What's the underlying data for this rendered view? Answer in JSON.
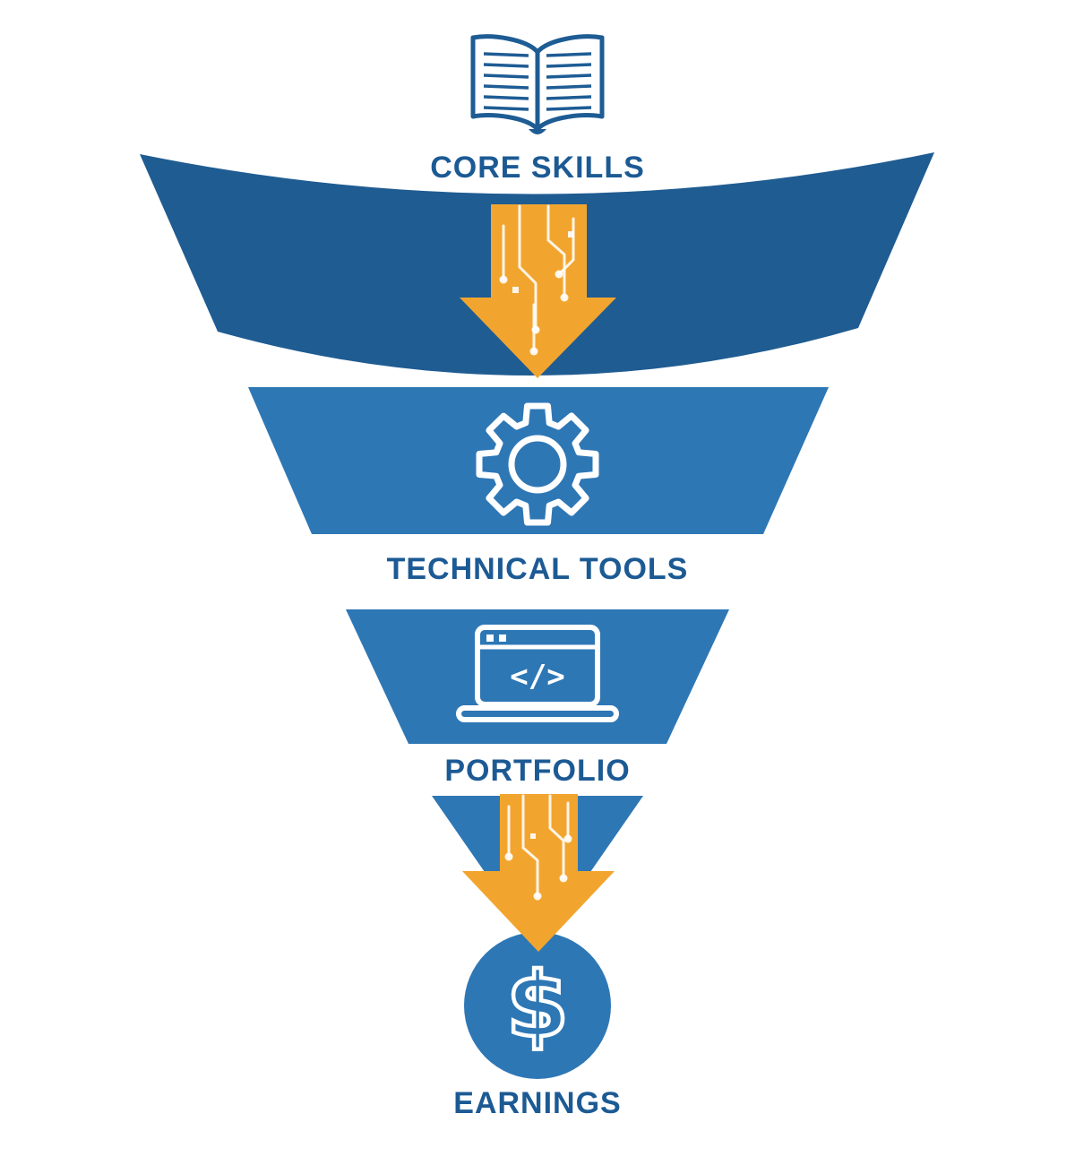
{
  "diagram": {
    "type": "funnel",
    "title": "skills-to-earnings funnel",
    "stages": [
      {
        "label": "CORE SKILLS",
        "icon": "open-book-icon",
        "color": "#1f5c92"
      },
      {
        "label": "TECHNICAL TOOLS",
        "icon": "gear-icon",
        "color": "#2e77b5"
      },
      {
        "label": "PORTFOLIO",
        "icon": "laptop-code-icon",
        "color": "#2e77b5"
      },
      {
        "label": "EARNINGS",
        "icon": "dollar-circle-icon",
        "color": "#2e77b5"
      }
    ],
    "connectors": [
      {
        "name": "circuit-arrow-top",
        "color": "#f2a52e"
      },
      {
        "name": "circuit-arrow-bottom",
        "color": "#f2a52e"
      }
    ],
    "icons": {
      "code_glyph": "</>",
      "dollar_glyph": "$"
    },
    "colors": {
      "background": "#ffffff",
      "label_text": "#1c5a94",
      "dark_blue": "#1f5c92",
      "blue": "#2e77b5",
      "arrow_orange": "#f2a52e",
      "icon_stroke": "#ffffff",
      "book_stroke": "#1e5c94"
    }
  }
}
